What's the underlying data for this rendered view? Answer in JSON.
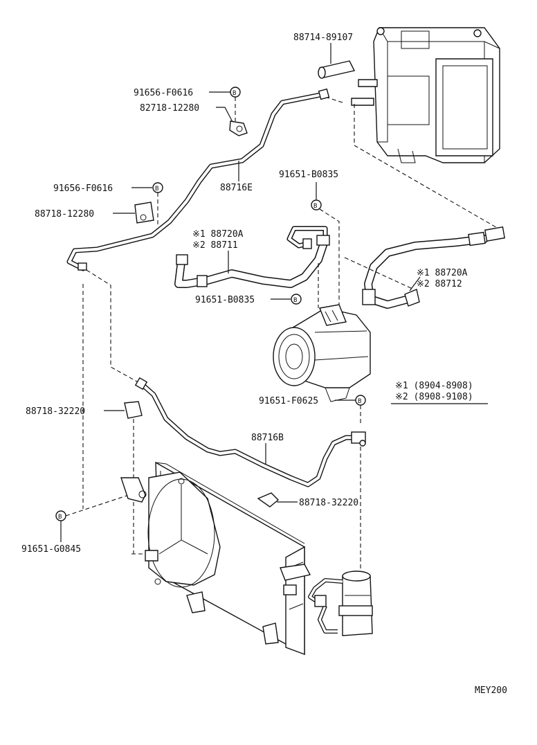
{
  "labels": {
    "p88714_89107": "88714-89107",
    "p91656_F0616_top": "91656-F0616",
    "p82718_12280": "82718-12280",
    "p88716E": "88716E",
    "p91656_F0616_mid": "91656-F0616",
    "p88718_12280": "88718-12280",
    "p91651_B0835_top": "91651-B0835",
    "n1_88720A_left": "※1 88720A",
    "n2_88711": "※2 88711",
    "p91651_B0835_mid": "91651-B0835",
    "n1_88720A_right": "※1 88720A",
    "n2_88712": "※2 88712",
    "note1": "※1  (8904-8908)",
    "note2": "※2  (8908-9108)",
    "p91651_F0625": "91651-F0625",
    "p88718_32220_left": "88718-32220",
    "p88716B": "88716B",
    "p88718_32220_right": "88718-32220",
    "p91651_G0845": "91651-G0845",
    "diagram_code": "MEY200"
  },
  "bolt_mark": "B"
}
